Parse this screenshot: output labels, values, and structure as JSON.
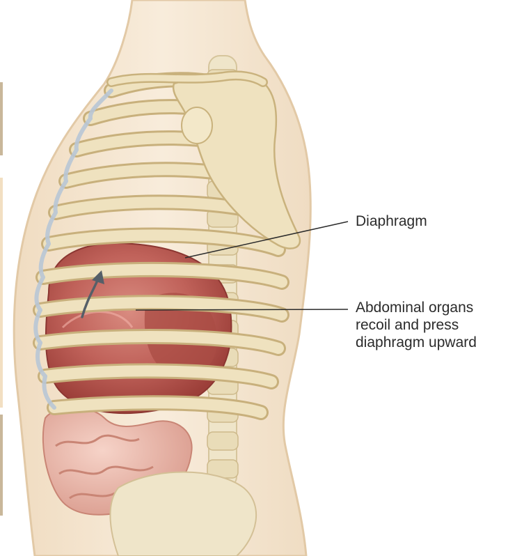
{
  "labels": {
    "diaphragm": "Diaphragm",
    "abdominal_line1": "Abdominal organs",
    "abdominal_line2": "recoil and press",
    "abdominal_line3": "diaphragm upward"
  },
  "colors": {
    "skin": "#f3e3cc",
    "skin_outline": "#e5cfae",
    "bone": "#efe2bf",
    "bone_outline": "#c9b27d",
    "diaphragm": "#b9574f",
    "diaphragm_dark": "#9c3f39",
    "intestine": "#e8b6aa",
    "leader_line": "#2b2b2b",
    "arrow": "#555f68"
  }
}
